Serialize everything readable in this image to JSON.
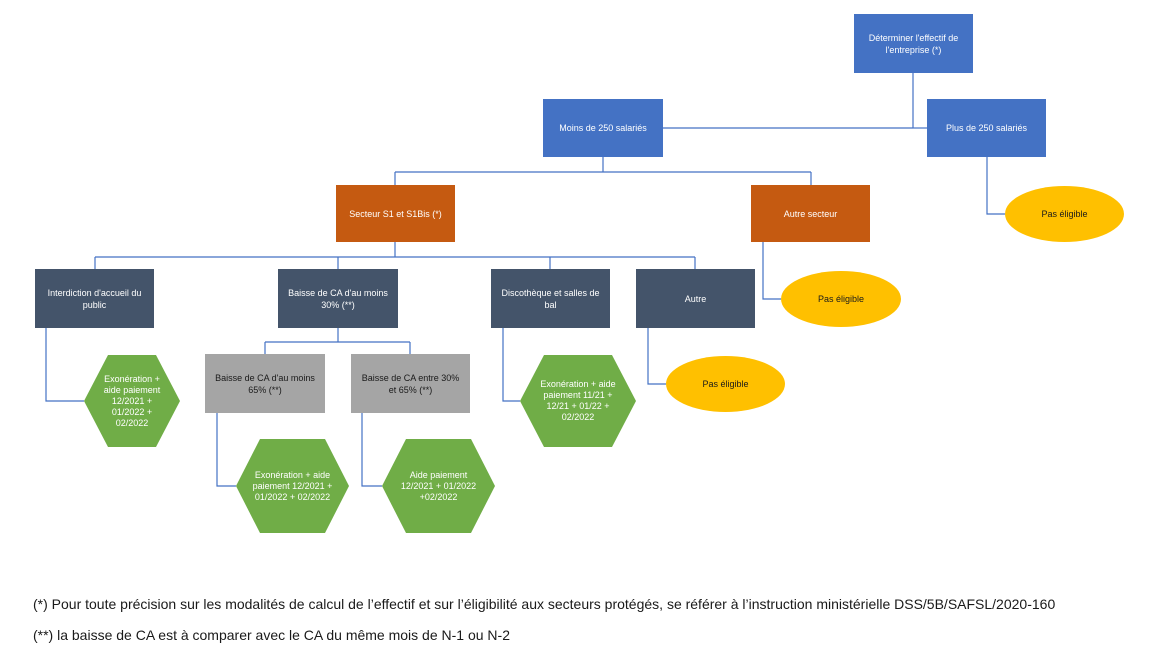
{
  "nodes": {
    "root": "Déterminer l'effectif de l'entreprise (*)",
    "lt250": "Moins de 250 salariés",
    "gt250": "Plus de 250 salariés",
    "s1": "Secteur S1 et S1Bis (*)",
    "other_sector": "Autre secteur",
    "interdiction": "Interdiction d'accueil du public",
    "baisse30": "Baisse de CA d'au moins 30% (**)",
    "disco": "Discothèque et salles de bal",
    "autre": "Autre",
    "baisse65": "Baisse de CA d'au moins 65% (**)",
    "baisse30_65": "Baisse de CA entre 30% et 65% (**)",
    "hex_interdiction": "Exonération + aide paiement 12/2021 + 01/2022 + 02/2022",
    "hex_disco": "Exonération + aide paiement 11/21 + 12/21 + 01/22 + 02/2022",
    "hex_baisse65": "Exonération + aide paiement 12/2021 + 01/2022 + 02/2022",
    "hex_baisse30_65": "Aide paiement 12/2021 + 01/2022 +02/2022",
    "ineligible_gt250": "Pas éligible",
    "ineligible_other_sector": "Pas éligible",
    "ineligible_autre": "Pas éligible"
  },
  "notes": {
    "note1": "(*) Pour toute précision sur les modalités de calcul de l’effectif et sur l’éligibilité aux secteurs protégés, se référer à l’instruction ministérielle DSS/5B/SAFSL/2020-160",
    "note2": "(**) la baisse de CA est à comparer avec le CA du même mois de N-1 ou N-2"
  },
  "colors": {
    "blue": "#4472c4",
    "orange": "#c55a11",
    "slate": "#44546a",
    "gray": "#a5a5a5",
    "green": "#70ad47",
    "yellow": "#ffc000",
    "connector": "#4472c4"
  }
}
